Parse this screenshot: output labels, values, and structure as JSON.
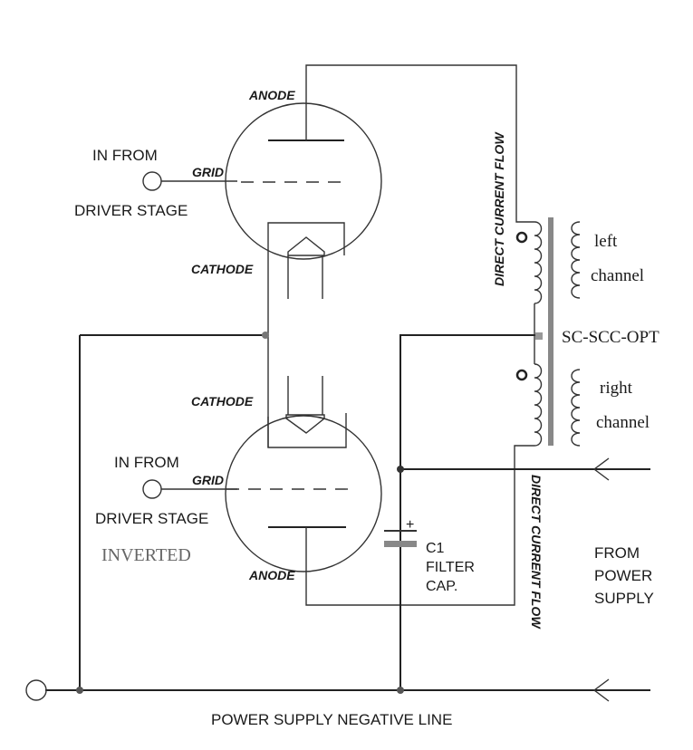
{
  "labels": {
    "top_in_from": "IN FROM",
    "top_grid": "GRID",
    "top_driver_stage": "DRIVER STAGE",
    "top_anode": "ANODE",
    "top_cathode": "CATHODE",
    "bottom_cathode": "CATHODE",
    "bottom_in_from": "IN FROM",
    "bottom_grid": "GRID",
    "bottom_driver_stage": "DRIVER STAGE",
    "inverted": "INVERTED",
    "bottom_anode": "ANODE",
    "current_flow_top": "DIRECT CURRENT FLOW",
    "current_flow_bottom": "DIRECT CURRENT FLOW",
    "left_channel_1": "left",
    "left_channel_2": "channel",
    "right_channel_1": "right",
    "right_channel_2": "channel",
    "transformer": "SC-SCC-OPT",
    "cap_plus": "+",
    "cap_name": "C1",
    "cap_filter": "FILTER",
    "cap_cap": "CAP.",
    "from_1": "FROM",
    "from_2": "POWER",
    "from_3": "SUPPLY",
    "neg_line": "POWER SUPPLY NEGATIVE LINE"
  },
  "colors": {
    "wire": "#222222",
    "core": "#888888",
    "inverted_text": "#666666"
  }
}
